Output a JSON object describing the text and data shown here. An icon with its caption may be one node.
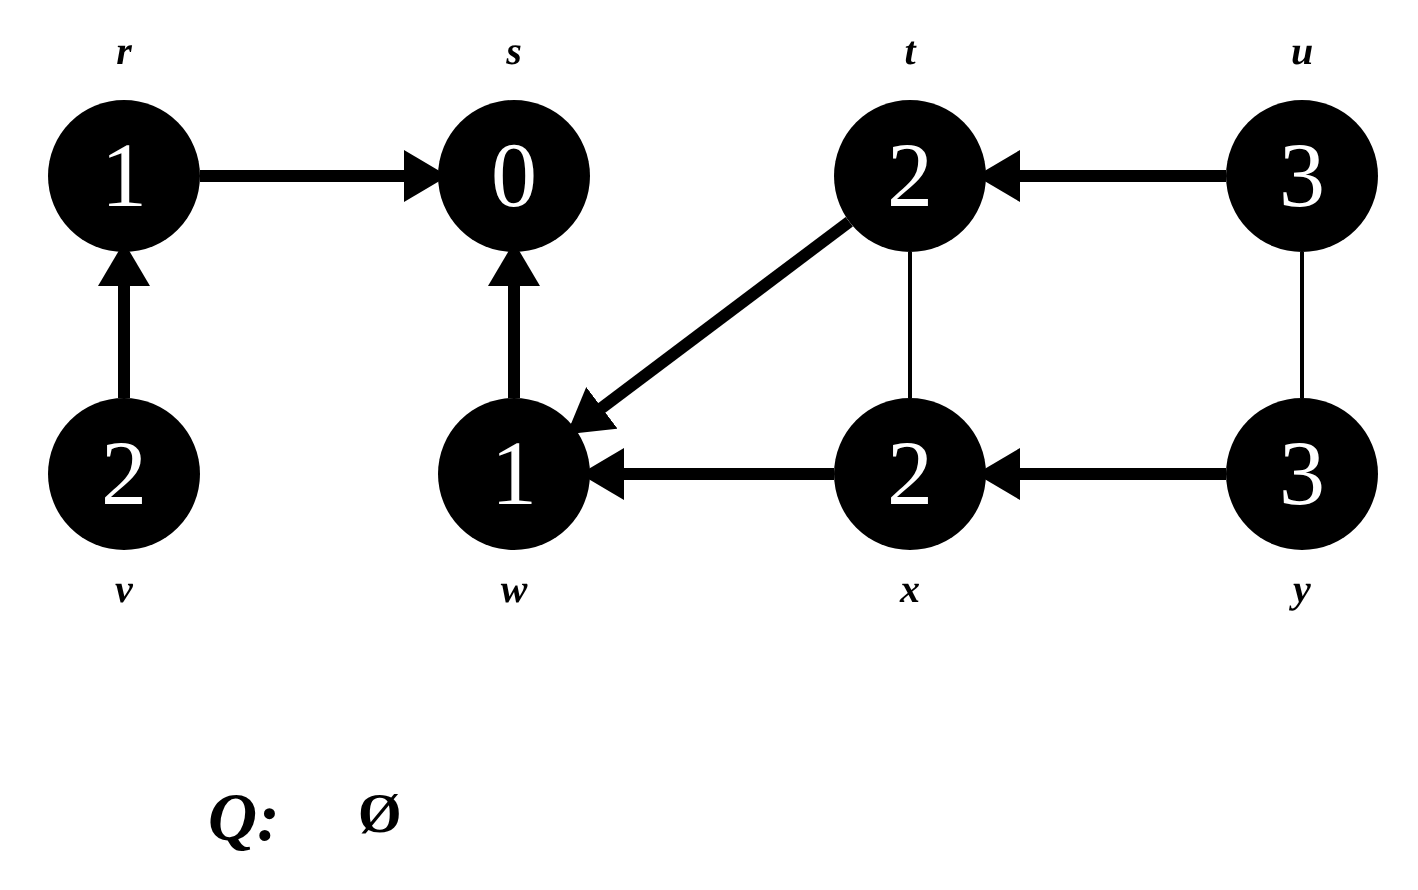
{
  "diagram": {
    "nodes": [
      {
        "text": [
          "1"
        ],
        "beside": [
          "r"
        ]
      },
      {
        "text": [
          "0"
        ],
        "beside": [
          "s"
        ]
      },
      {
        "text": [
          "2"
        ],
        "beside": [
          "t"
        ]
      },
      {
        "text": [
          "3"
        ],
        "beside": [
          "u"
        ]
      },
      {
        "text": [
          "2"
        ],
        "beside": [
          "v"
        ]
      },
      {
        "text": [
          "1"
        ],
        "beside": [
          "w"
        ]
      },
      {
        "text": [
          "2"
        ],
        "beside": [
          "x"
        ]
      },
      {
        "text": [
          "3"
        ],
        "beside": [
          "y"
        ]
      }
    ],
    "edges": [
      {
        "from": 4,
        "to": 0,
        "arrow": "to"
      },
      {
        "from": 0,
        "to": 1,
        "arrow": "to"
      },
      {
        "from": 5,
        "to": 1,
        "arrow": "to"
      },
      {
        "from": 2,
        "to": 5,
        "arrow": "to"
      },
      {
        "from": 3,
        "to": 2,
        "arrow": "to"
      },
      {
        "from": 6,
        "to": 5,
        "arrow": "to"
      },
      {
        "from": 7,
        "to": 6,
        "arrow": "to"
      },
      {
        "from": 2,
        "to": 6,
        "arrow": "none"
      },
      {
        "from": 3,
        "to": 7,
        "arrow": "none"
      }
    ],
    "labels": [
      "Q:",
      "Ø"
    ]
  }
}
